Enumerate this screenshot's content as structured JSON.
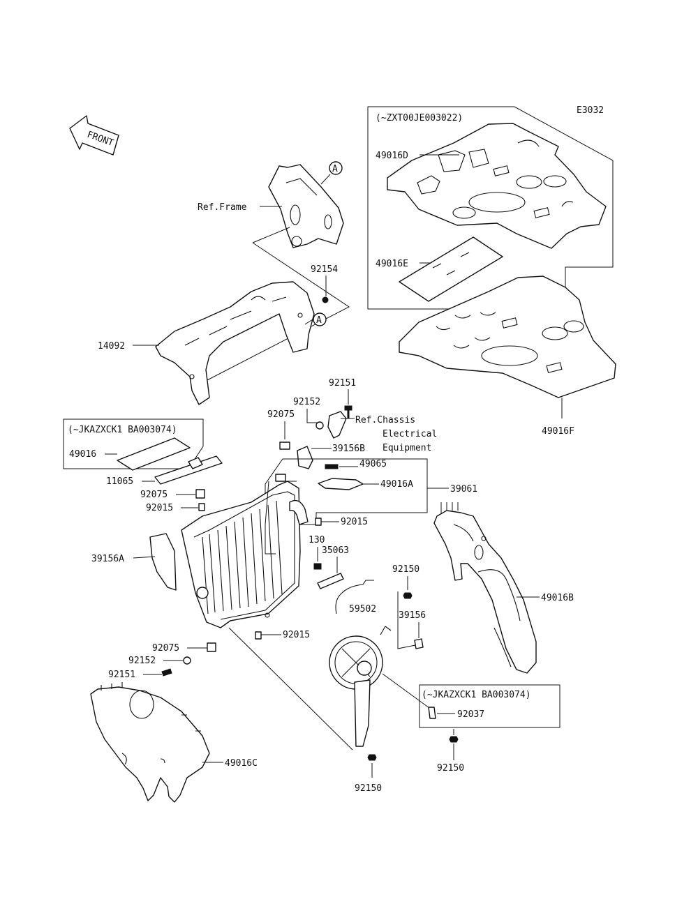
{
  "diagram_code": "E3032",
  "front_label": "FRONT",
  "ref_a": "A",
  "groups": {
    "top_right": "(~ZXT00JE003022)",
    "left": "(~JKAZXCK1 BA003074)",
    "bottom_right": "(~JKAZXCK1 BA003074)"
  },
  "refs": {
    "frame": "Ref.Frame",
    "chassis_1": "Ref.Chassis",
    "chassis_2": "Electrical",
    "chassis_3": "Equipment"
  },
  "parts": {
    "p49016D": "49016D",
    "p49016E": "49016E",
    "p49016F": "49016F",
    "p92154": "92154",
    "p14092": "14092",
    "p92151_top": "92151",
    "p92152_top": "92152",
    "p92075_top": "92075",
    "p39156B": "39156B",
    "p49065": "49065",
    "p49016A": "49016A",
    "p39061": "39061",
    "p49016": "49016",
    "p11065": "11065",
    "p92075_mid": "92075",
    "p92015_a": "92015",
    "p92015_b": "92015",
    "p39156A": "39156A",
    "p130": "130",
    "p35063": "35063",
    "p92150_a": "92150",
    "p59502": "59502",
    "p39156": "39156",
    "p49016B": "49016B",
    "p92015_c": "92015",
    "p92075_bot": "92075",
    "p92152_bot": "92152",
    "p92151_bot": "92151",
    "p92037": "92037",
    "p49016C": "49016C",
    "p92150_b": "92150",
    "p92150_c": "92150"
  }
}
